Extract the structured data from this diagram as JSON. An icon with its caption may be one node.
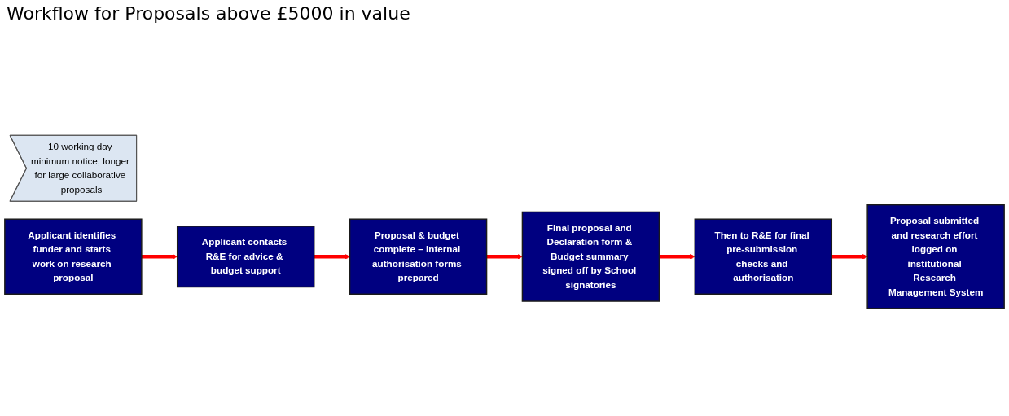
{
  "diagram": {
    "title": "Workflow for Proposals above £5000 in value",
    "nodes": [
      {
        "text": [
          "10 working day minimum notice, longer for large collaborative proposals"
        ]
      },
      {
        "text": [
          "Applicant identifies funder and starts work on research proposal"
        ]
      },
      {
        "text": [
          "Applicant contacts R&E for advice & budget support"
        ]
      },
      {
        "text": [
          "Proposal & budget complete – Internal authorisation forms prepared"
        ]
      },
      {
        "text": [
          "Proposal submitted and research effort logged on institutional Research Management System"
        ]
      },
      {
        "text": [
          "Then to R&E for final pre-submission checks and authorisation"
        ]
      },
      {
        "text": [
          "Final proposal and Declaration form & Budget summary signed off by School signatories"
        ]
      }
    ],
    "edges": [
      {
        "from": 1,
        "to": 2,
        "arrow": "to"
      },
      {
        "from": 2,
        "to": 3,
        "arrow": "to"
      },
      {
        "from": 3,
        "to": 6,
        "arrow": "to"
      },
      {
        "from": 6,
        "to": 5,
        "arrow": "to"
      },
      {
        "from": 5,
        "to": 4,
        "arrow": "to"
      }
    ]
  }
}
